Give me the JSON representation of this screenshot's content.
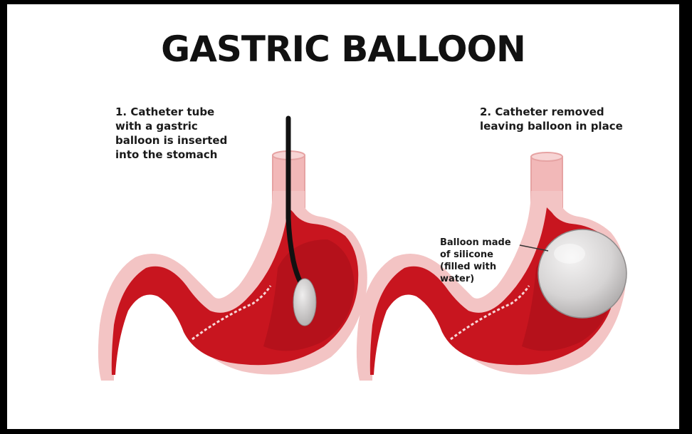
{
  "title": "GASTRIC BALLOON",
  "step1": {
    "lines": [
      "1. Catheter tube",
      "with a gastric",
      "balloon is inserted",
      "into the stomach"
    ]
  },
  "step2": {
    "lines": [
      "2. Catheter removed",
      "leaving balloon in place"
    ]
  },
  "balloon_callout": {
    "lines": [
      "Balloon made",
      "of silicone",
      "(filled with",
      "water)"
    ]
  },
  "colors": {
    "background": "#ffffff",
    "frame": "#000000",
    "stomach_outer": "#f2c2c2",
    "stomach_inner": "#c8151f",
    "stomach_dark": "#a50f18",
    "balloon": "#d8d6d6",
    "catheter": "#111111"
  },
  "icons": [
    "stomach-diagram",
    "catheter-tube",
    "silicone-balloon"
  ]
}
